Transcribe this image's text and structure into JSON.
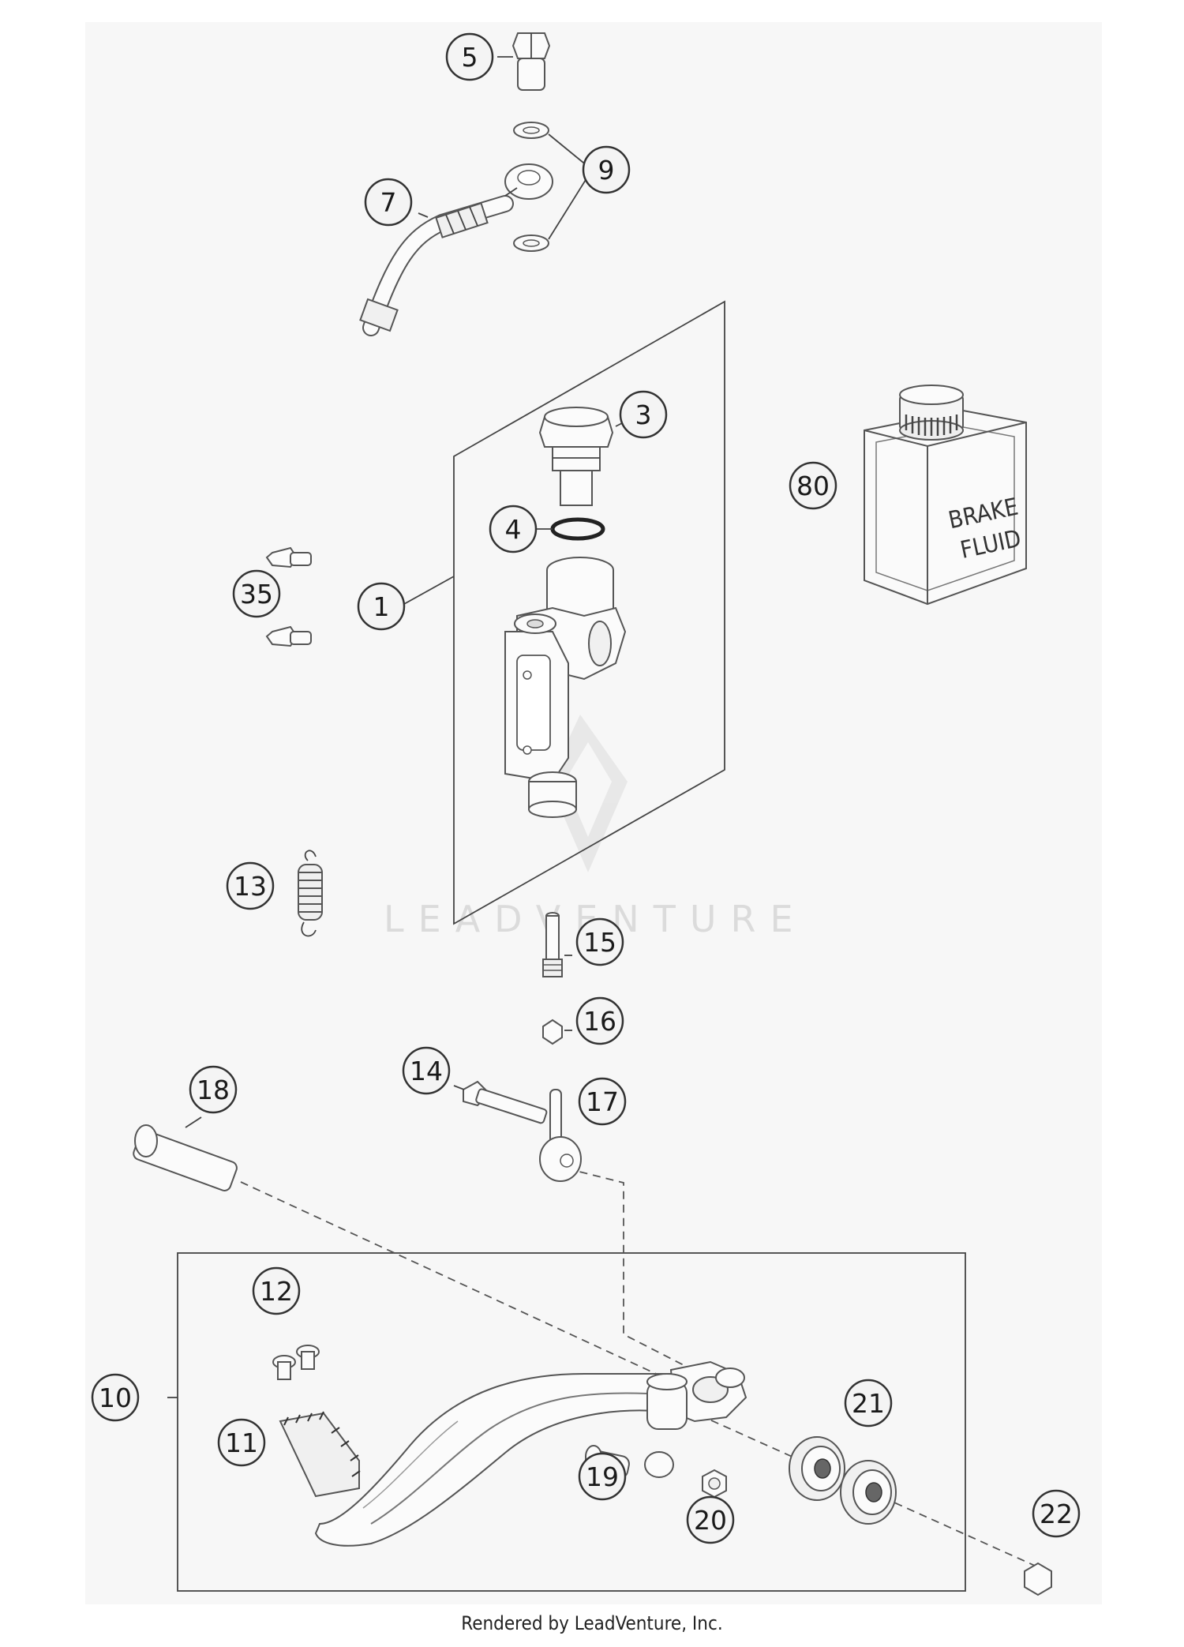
{
  "diagram": {
    "callouts": [
      "5",
      "9",
      "7",
      "3",
      "80",
      "4",
      "35",
      "1",
      "13",
      "15",
      "16",
      "14",
      "17",
      "18",
      "12",
      "10",
      "21",
      "11",
      "19",
      "20",
      "22"
    ],
    "container_label": "BRAKE\nFLUID",
    "watermark": "LEADVENTURE"
  },
  "footer": {
    "text": "Rendered by LeadVenture, Inc."
  }
}
